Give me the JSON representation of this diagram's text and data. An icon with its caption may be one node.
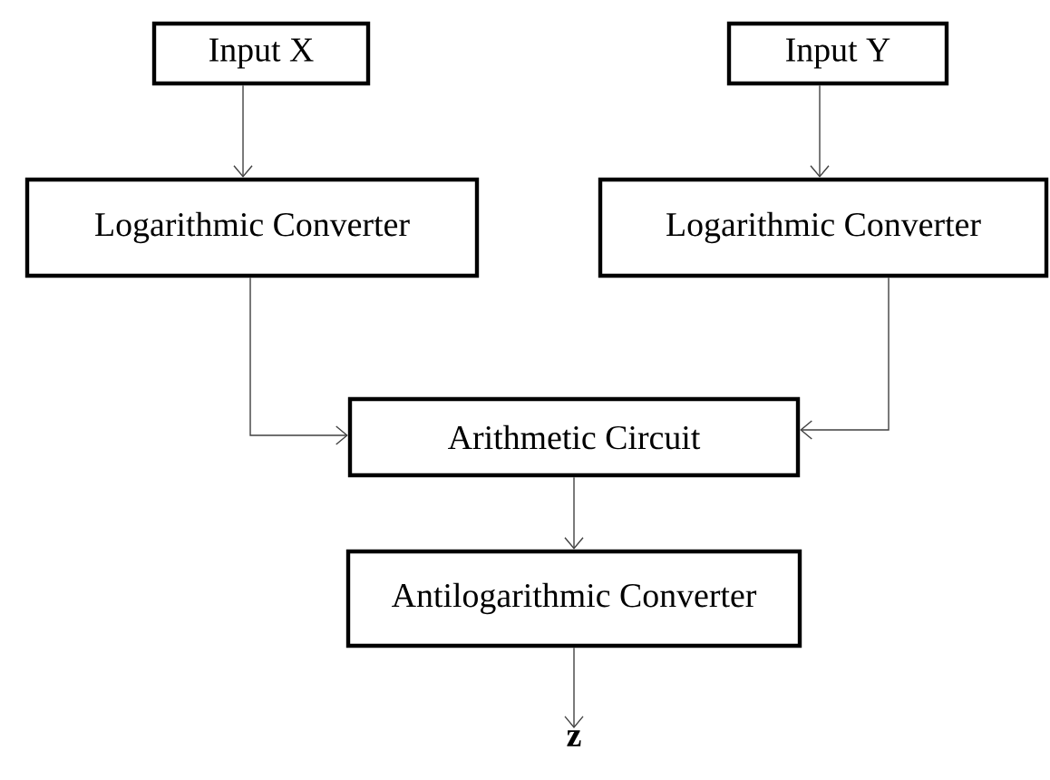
{
  "diagram": {
    "nodes": [
      {
        "text": [
          "Input X"
        ]
      },
      {
        "text": [
          "Input Y"
        ]
      },
      {
        "text": [
          "Logarithmic Converter"
        ]
      },
      {
        "text": [
          "Logarithmic Converter"
        ]
      },
      {
        "text": [
          "Arithmetic Circuit"
        ]
      },
      {
        "text": [
          "Antilogarithmic Converter"
        ]
      },
      {
        "text": [
          "z"
        ]
      }
    ],
    "edges": [
      {
        "from": 0,
        "to": 2,
        "arrow": "to"
      },
      {
        "from": 1,
        "to": 3,
        "arrow": "to"
      },
      {
        "from": 2,
        "to": 4,
        "arrow": "to"
      },
      {
        "from": 3,
        "to": 4,
        "arrow": "to"
      },
      {
        "from": 4,
        "to": 5,
        "arrow": "to"
      },
      {
        "from": 5,
        "to": 6,
        "arrow": "to"
      }
    ]
  }
}
